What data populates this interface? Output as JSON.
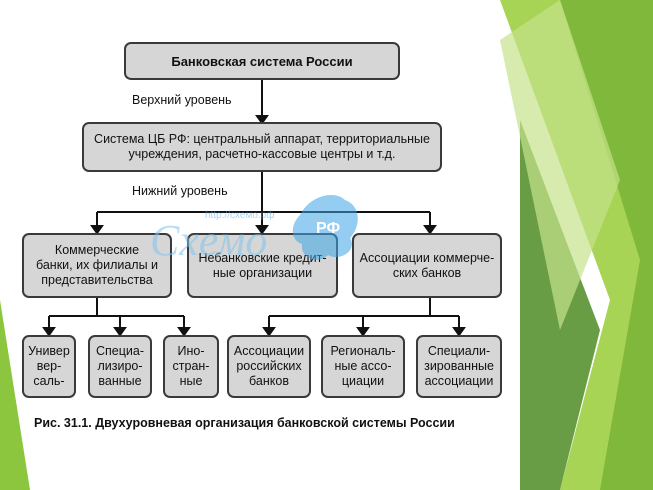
{
  "diagram": {
    "root": "Банковская система России",
    "upper_level_label": "Верхний уровень",
    "central_bank": "Система ЦБ РФ: центральный аппарат, территориальные\nучреждения, расчетно-кассовые центры и т.д.",
    "lower_level_label": "Нижний уровень",
    "commercial_banks": "Коммерческие\nбанки, их филиалы и\nпредставительства",
    "nonbank_orgs": "Небанковские кредит-\nные организации",
    "bank_associations": "Ассоциации коммерче-\nских банков",
    "universal": "Универ\nвер-\nсаль-",
    "specialized": "Специа-\nлизиро-\nванные",
    "foreign": "Ино-\nстран-\nные",
    "russian_assoc": "Ассоциации\nроссийских\nбанков",
    "regional_assoc": "Региональ-\nные ассо-\nциации",
    "specialized_assoc": "Специали-\nзированные\nассоциации",
    "caption": "Рис. 31.1. Двухуровневая организация банковской системы России"
  },
  "watermark": {
    "logo_text": "Схемо",
    "rf": "РФ",
    "url": "http://схемо.рф"
  },
  "colors": {
    "box_fill": "#d6d6d6",
    "box_border": "#3a3a3a",
    "green_light": "#a8d455",
    "green_mid": "#7fb83a",
    "green_dark": "#4e8c24",
    "watermark_blue": "#5fb4e8"
  }
}
